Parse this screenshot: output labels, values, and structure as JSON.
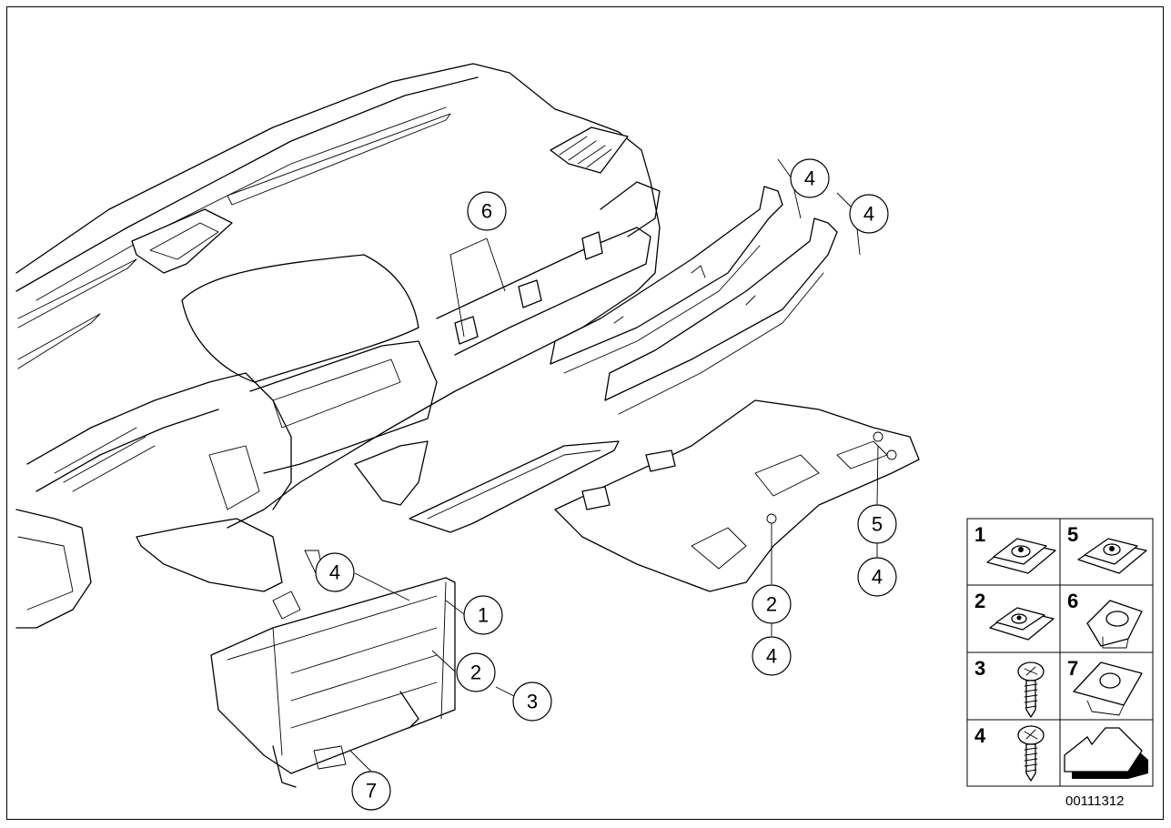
{
  "callouts": [
    {
      "label": "6"
    },
    {
      "label": "4"
    },
    {
      "label": "4"
    },
    {
      "label": "5"
    },
    {
      "label": "4"
    },
    {
      "label": "2"
    },
    {
      "label": "4"
    },
    {
      "label": "4"
    },
    {
      "label": "1"
    },
    {
      "label": "2"
    },
    {
      "label": "3"
    },
    {
      "label": "7"
    }
  ],
  "legend": {
    "items": [
      {
        "number": "1",
        "icon": "speed-nut-large-icon"
      },
      {
        "number": "5",
        "icon": "speed-nut-clip-icon"
      },
      {
        "number": "2",
        "icon": "speed-nut-small-icon"
      },
      {
        "number": "6",
        "icon": "plastic-expanding-nut-icon"
      },
      {
        "number": "3",
        "icon": "oval-head-screw-icon"
      },
      {
        "number": "7",
        "icon": "clip-nut-icon"
      },
      {
        "number": "4",
        "icon": "pan-head-screw-icon"
      },
      {
        "number": "",
        "icon": "forward-arrow-icon"
      }
    ]
  },
  "diagram_code": "00111312"
}
